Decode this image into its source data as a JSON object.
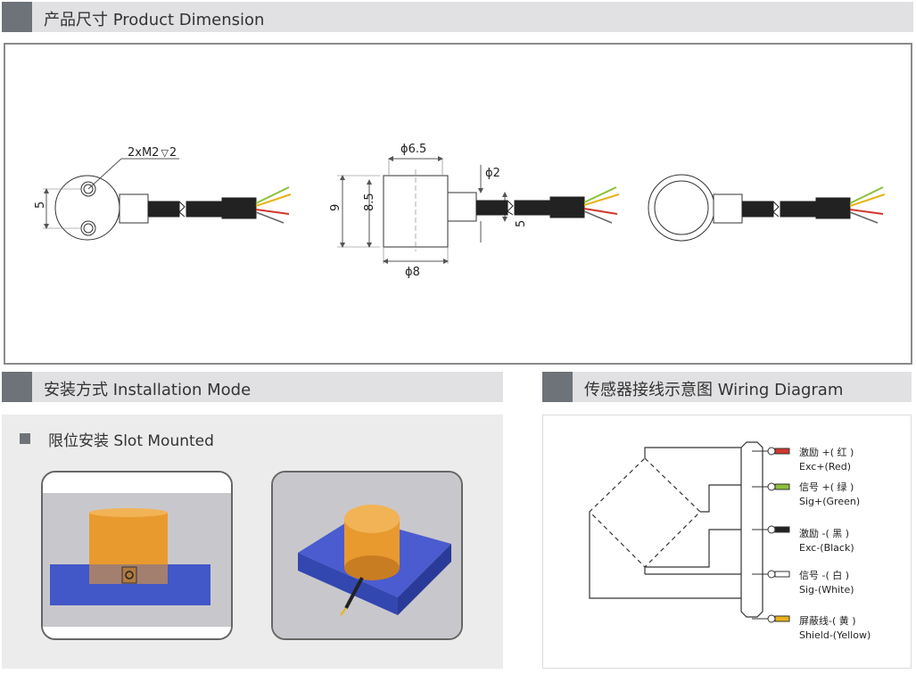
{
  "sections": {
    "dimension": "产品尺寸 Product Dimension",
    "installation": "安装方式 Installation Mode",
    "wiring": "传感器接线示意图 Wiring Diagram"
  },
  "dimensions": {
    "mount_holes": "2xM2",
    "hole_depth": "2",
    "side_height": "5",
    "top_dia": "ϕ6.5",
    "height_total": "9",
    "height_body": "8.5",
    "cable_dia": "ϕ2",
    "cable_height": "5",
    "base_dia": "ϕ8"
  },
  "installation": {
    "subtitle": "限位安装 Slot Mounted"
  },
  "wiring": {
    "wires": [
      {
        "cn": "激励 +( 红 )",
        "en": "Exc+(Red)",
        "color": "#d0372c"
      },
      {
        "cn": "信号 +( 绿 )",
        "en": "Sig+(Green)",
        "color": "#8bbf3a"
      },
      {
        "cn": "激励 -( 黑 )",
        "en": "Exc-(Black)",
        "color": "#222222"
      },
      {
        "cn": "信号 -( 白 )",
        "en": "Sig-(White)",
        "color": "#ffffff"
      },
      {
        "cn": "屏蔽线-( 黄 )",
        "en": "Shield-(Yellow)",
        "color": "#e8b21a"
      }
    ]
  },
  "colors": {
    "header_bg": "#e1e1e3",
    "header_square": "#6d7378",
    "sensor_body": "#e89a2e",
    "mount_block": "#4257c8"
  }
}
